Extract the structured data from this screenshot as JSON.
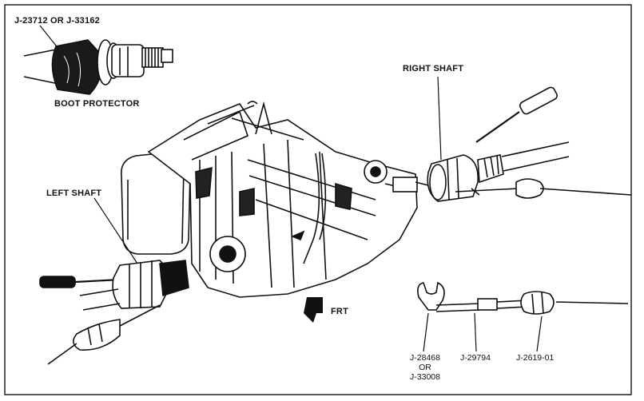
{
  "labels": {
    "boot_tool": "J-23712 OR J-33162",
    "boot_protector": "BOOT PROTECTOR",
    "right_shaft": "RIGHT SHAFT",
    "left_shaft": "LEFT SHAFT",
    "front": "FRT",
    "tool_1_line1": "J-28468",
    "tool_1_line2": "OR",
    "tool_1_line3": "J-33008",
    "tool_2": "J-29794",
    "tool_3": "J-2619-01"
  },
  "colors": {
    "ink": "#111111",
    "background": "#ffffff",
    "frame": "#222222"
  }
}
